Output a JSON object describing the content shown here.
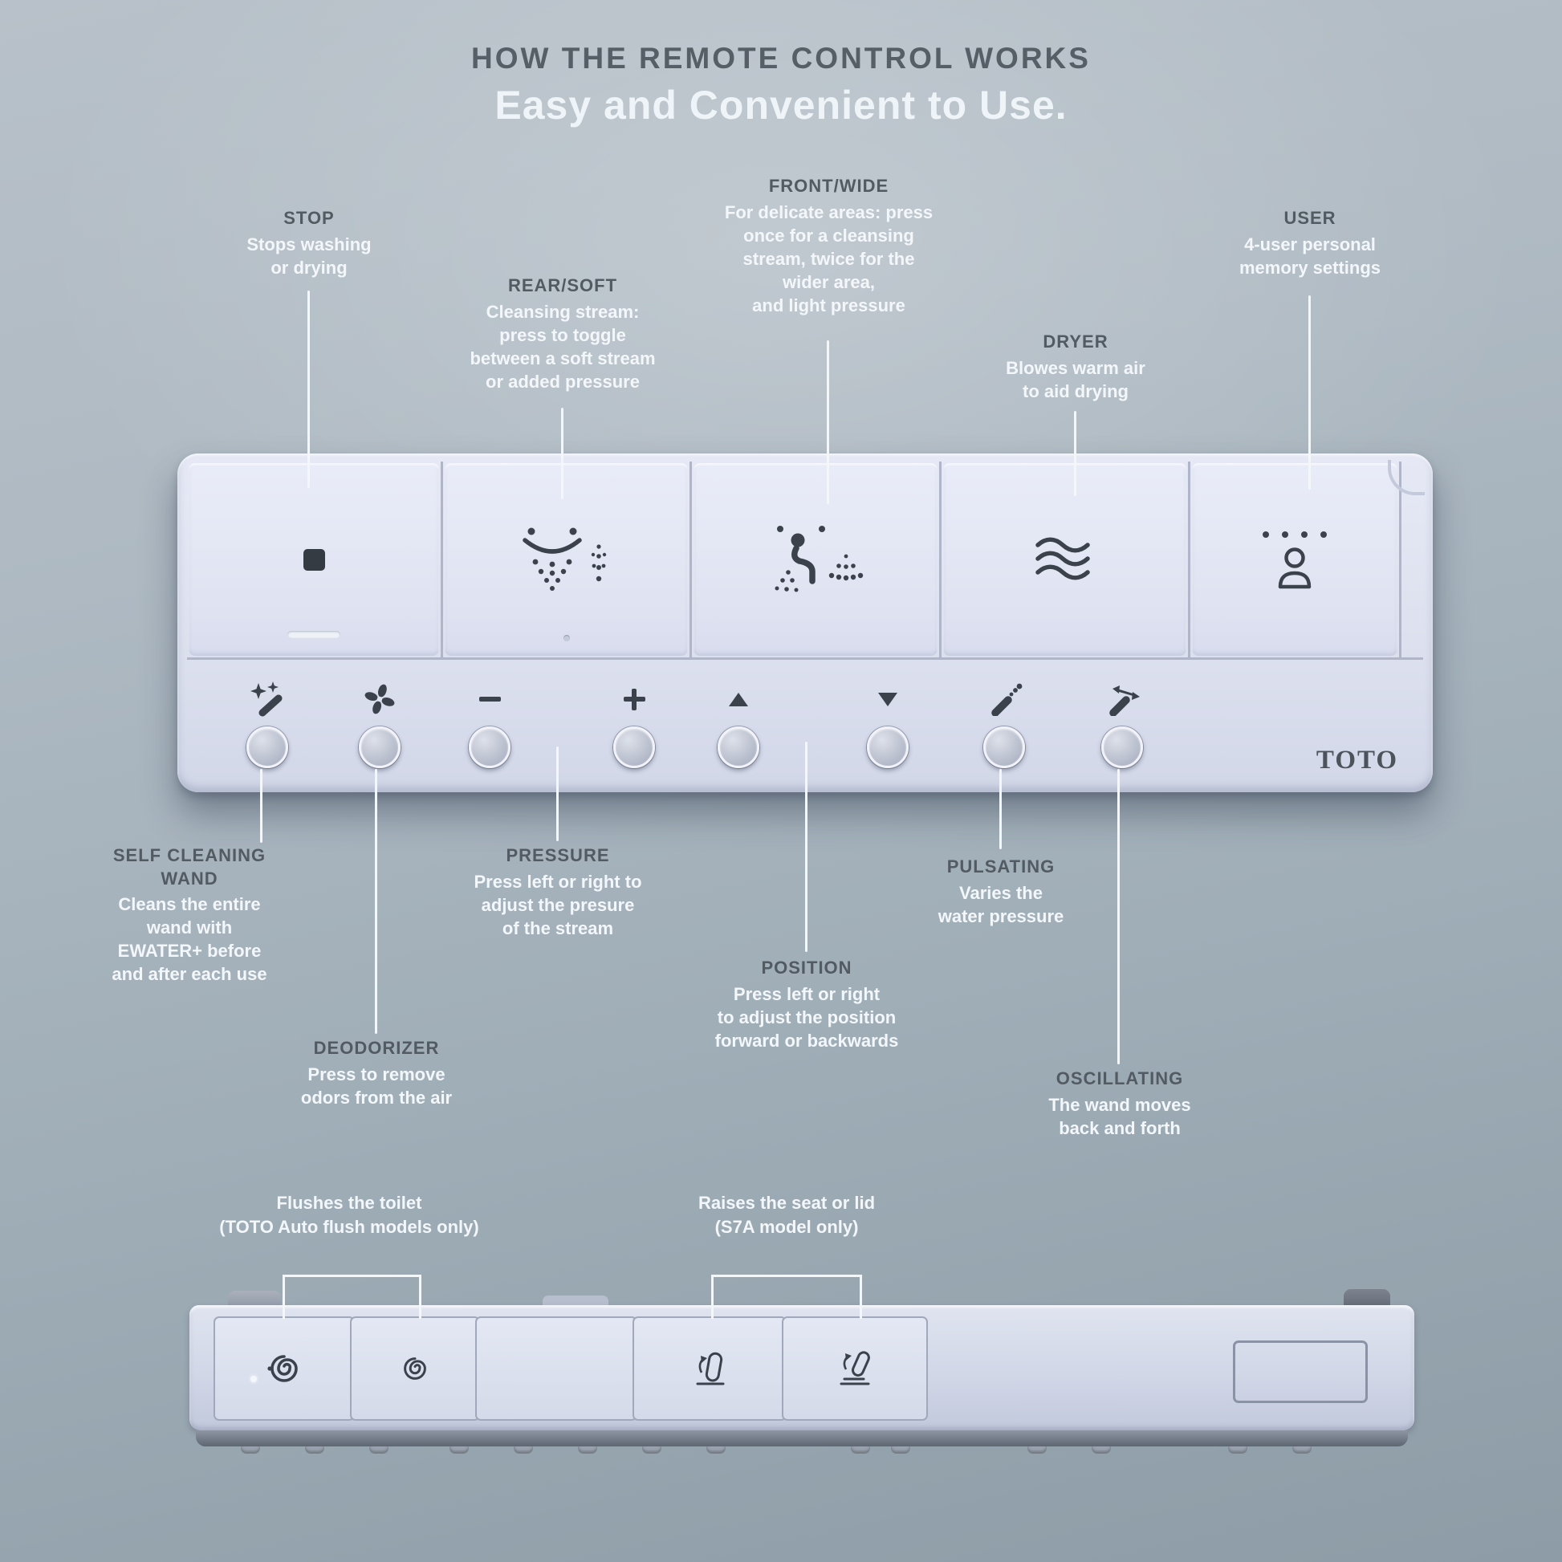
{
  "header": {
    "title": "HOW THE REMOTE CONTROL WORKS",
    "subtitle": "Easy and Convenient to Use."
  },
  "callouts_top": [
    {
      "id": "stop",
      "heading": "STOP",
      "body": "Stops washing\nor drying"
    },
    {
      "id": "rear_soft",
      "heading": "REAR/SOFT",
      "body": "Cleansing stream:\npress to toggle\nbetween a soft stream\nor added pressure"
    },
    {
      "id": "front_wide",
      "heading": "FRONT/WIDE",
      "body": "For delicate areas: press\nonce for a cleansing\nstream, twice for the\nwider area,\nand light pressure"
    },
    {
      "id": "dryer",
      "heading": "DRYER",
      "body": "Blowes warm air\nto aid drying"
    },
    {
      "id": "user",
      "heading": "USER",
      "body": "4-user personal\nmemory settings"
    }
  ],
  "callouts_bottom": [
    {
      "id": "self_cleaning_wand",
      "heading": "SELF CLEANING\nWAND",
      "body": "Cleans the entire\nwand with\nEWATER+ before\nand after each use"
    },
    {
      "id": "pressure",
      "heading": "PRESSURE",
      "body": "Press left or right to\nadjust the presure\nof the stream"
    },
    {
      "id": "deodorizer",
      "heading": "DEODORIZER",
      "body": "Press to remove\nodors from the air"
    },
    {
      "id": "position",
      "heading": "POSITION",
      "body": "Press left or right\nto adjust the position\nforward or backwards"
    },
    {
      "id": "pulsating",
      "heading": "PULSATING",
      "body": "Varies the\nwater pressure"
    },
    {
      "id": "oscillating",
      "heading": "OSCILLATING",
      "body": "The wand moves\nback and forth"
    }
  ],
  "callouts_side": [
    {
      "id": "flush",
      "text": "Flushes the toilet\n(TOTO Auto flush models only)"
    },
    {
      "id": "seat_lid",
      "text": "Raises the seat or lid\n(S7A model only)"
    }
  ],
  "remote": {
    "brand": "TOTO",
    "keys": [
      {
        "id": "stop",
        "icon": "stop-square-icon"
      },
      {
        "id": "rear_soft",
        "icon": "rear-soft-spray-icon"
      },
      {
        "id": "front_wide",
        "icon": "front-wide-spray-icon"
      },
      {
        "id": "dryer",
        "icon": "dryer-waves-icon"
      },
      {
        "id": "user",
        "icon": "user-person-icon"
      }
    ],
    "buttons": [
      {
        "id": "self_cleaning_wand",
        "icon": "sparkle-wand-icon"
      },
      {
        "id": "deodorizer",
        "icon": "fan-icon"
      },
      {
        "id": "pressure_minus",
        "icon": "minus-icon"
      },
      {
        "id": "pressure_plus",
        "icon": "plus-icon"
      },
      {
        "id": "position_up",
        "icon": "triangle-up-icon"
      },
      {
        "id": "position_down",
        "icon": "triangle-down-icon"
      },
      {
        "id": "pulsating",
        "icon": "pulsating-wand-icon"
      },
      {
        "id": "oscillating",
        "icon": "oscillating-wand-icon"
      }
    ],
    "top_view_keys": [
      {
        "id": "flush_full",
        "icon": "flush-spiral-icon"
      },
      {
        "id": "flush_light",
        "icon": "flush-light-spiral-icon"
      },
      {
        "id": "blank",
        "icon": ""
      },
      {
        "id": "seat_up",
        "icon": "seat-raise-icon"
      },
      {
        "id": "lid_up",
        "icon": "lid-raise-icon"
      }
    ]
  },
  "colors": {
    "heading_text": "#525a62",
    "body_text": "#f3f7fa",
    "remote_body": "#dde1ef",
    "icon": "#3b424b",
    "connector": "#f3f7f9"
  }
}
